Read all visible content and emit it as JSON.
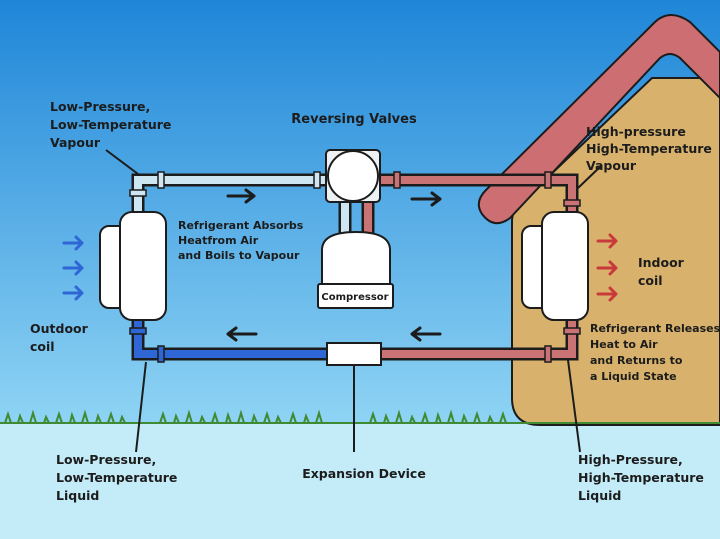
{
  "labels": {
    "lp_lt_vapour": [
      "Low-Pressure,",
      "Low-Temperature",
      "Vapour"
    ],
    "reversing_valves": "Reversing Valves",
    "hp_ht_vapour": [
      "High-pressure",
      "High-Temperature",
      "Vapour"
    ],
    "absorbs": [
      "Refrigerant Absorbs",
      "Heatfrom Air",
      "and Boils to Vapour"
    ],
    "compressor": "Compressor",
    "indoor_coil": [
      "Indoor",
      "coil"
    ],
    "outdoor_coil": [
      "Outdoor",
      "coil"
    ],
    "releases": [
      "Refrigerant Releases",
      "Heat to Air",
      "and Returns to",
      "a Liquid State"
    ],
    "lp_lt_liquid": [
      "Low-Pressure,",
      "Low-Temperature",
      "Liquid"
    ],
    "expansion_device": "Expansion Device",
    "hp_ht_liquid": [
      "High-Pressure,",
      "High-Temperature",
      "Liquid"
    ]
  },
  "colors": {
    "sky": "#2f95dd",
    "ground": "#c4ecf8",
    "house_wall": "#d8b26c",
    "roof": "#cd6f72",
    "hot_pipe": "#c97374",
    "cold_pipe": "#2f66d6",
    "vapour_pipe": "#cde6f2",
    "grass": "#3f8a33"
  }
}
